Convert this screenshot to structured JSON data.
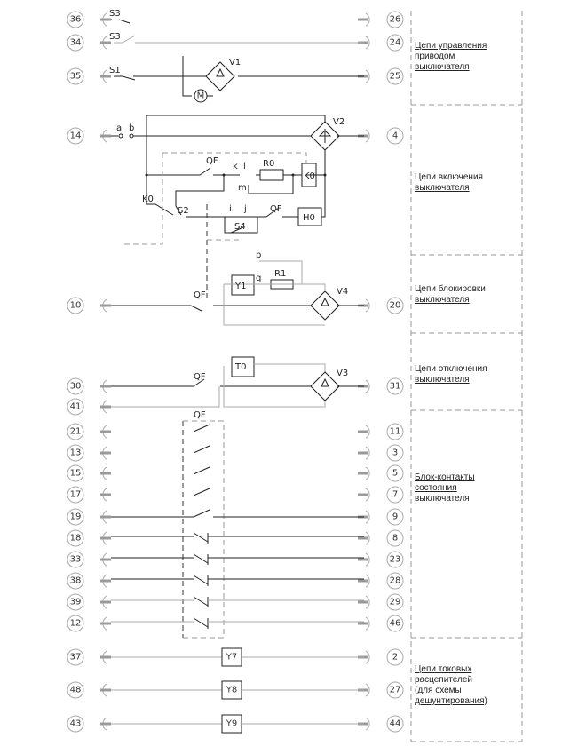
{
  "terminals_left": [
    "36",
    "34",
    "35",
    "14",
    "10",
    "30",
    "41",
    "21",
    "13",
    "15",
    "17",
    "19",
    "18",
    "33",
    "38",
    "39",
    "12",
    "37",
    "48",
    "43"
  ],
  "terminals_right": [
    "26",
    "24",
    "25",
    "4",
    "20",
    "31",
    "11",
    "3",
    "5",
    "7",
    "9",
    "8",
    "23",
    "28",
    "29",
    "46",
    "2",
    "27",
    "44"
  ],
  "components": {
    "s3a": "S3",
    "s3b": "S3",
    "s1": "S1",
    "v1": "V1",
    "m": "M",
    "a": "a",
    "b": "b",
    "v2": "V2",
    "qf1": "QF",
    "k": "k",
    "l": "l",
    "r0": "R0",
    "k0a": "K0",
    "mm": "m",
    "k0b": "K0",
    "s2": "S2",
    "i": "i",
    "j": "j",
    "qf2": "QF",
    "h0": "H0",
    "s4": "S4",
    "p": "p",
    "q": "q",
    "r1": "R1",
    "y1": "Y1",
    "v4": "V4",
    "qf3": "QF",
    "t0": "T0",
    "v3": "V3",
    "qf4": "QF",
    "qf5": "QF",
    "y7": "Y7",
    "y8": "Y8",
    "y9": "Y9"
  },
  "sections": [
    [
      "Цепи управления",
      "приводом",
      "выключателя"
    ],
    [
      "Цепи включения",
      "выключателя"
    ],
    [
      "Цепи блокировки",
      "выключателя"
    ],
    [
      "Цепи отключения",
      "выключателя"
    ],
    [
      "Блок-контакты",
      "состояния",
      "выключателя"
    ],
    [
      "Цепи токовых",
      "расцепителей",
      "(для схемы",
      "дешунтирования)"
    ]
  ]
}
